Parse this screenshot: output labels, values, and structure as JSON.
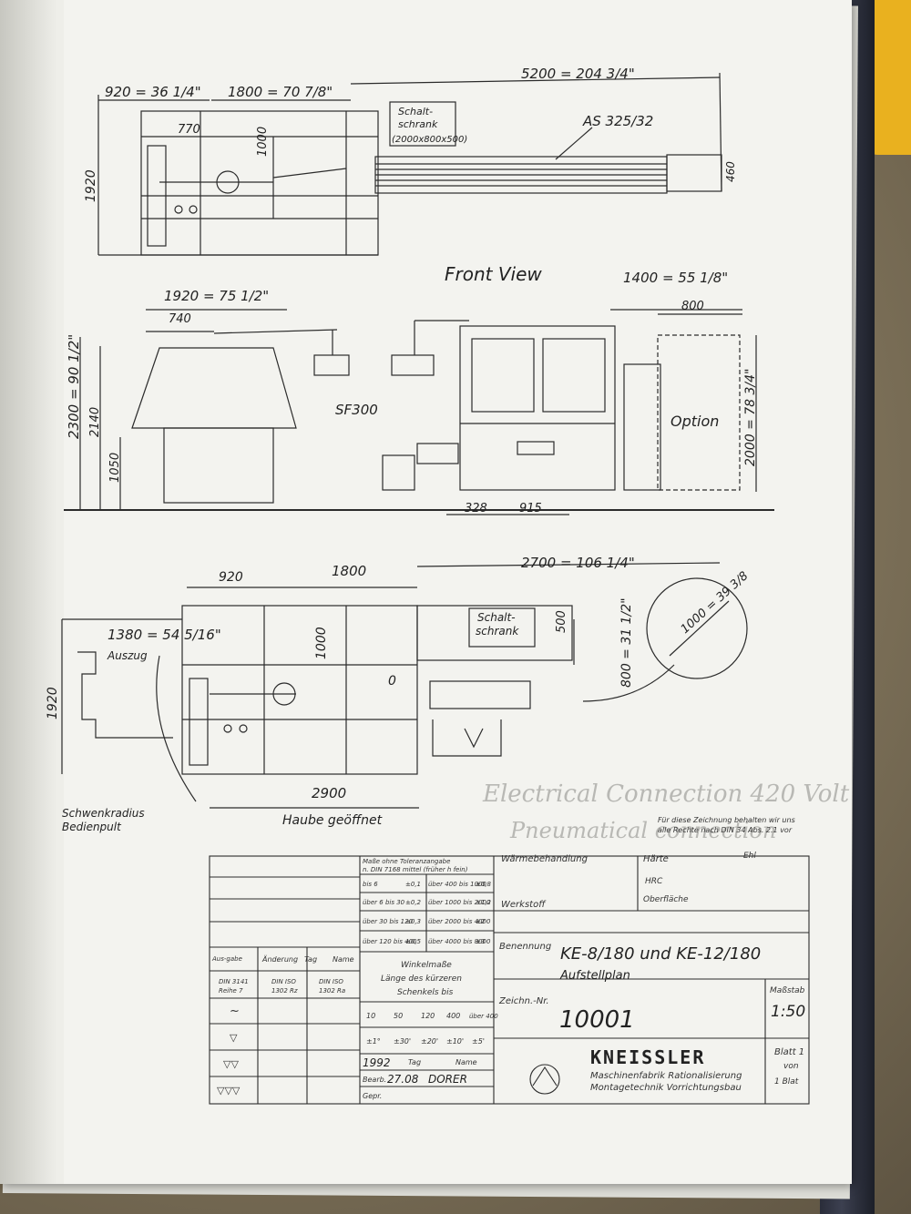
{
  "top_view_1": {
    "dim_left": "920 = 36 1/4\"",
    "dim_mid": "1800 = 70 7/8\"",
    "dim_right": "5200 = 204 3/4\"",
    "dim_770": "770",
    "dim_1000": "1000",
    "dim_1920": "1920",
    "dim_460": "460",
    "schaltschrank": [
      "Schalt-",
      "schrank",
      "(2000x800x500)"
    ],
    "bar_loader": "AS 325/32"
  },
  "front_view": {
    "title": "Front View",
    "dim_width": "1920 = 75 1/2\"",
    "dim_740": "740",
    "dim_height": "2300 = 90 1/2\"",
    "dim_2140": "2140",
    "dim_1050": "1050",
    "sf300": "SF300",
    "dim_right": "1400 = 55 1/8\"",
    "dim_800": "800",
    "option": "Option",
    "dim_2000": "2000 = 78 3/4\"",
    "dim_328": "328",
    "dim_915": "915"
  },
  "top_view_2": {
    "dim_920": "920",
    "dim_1800": "1800",
    "dim_2700": "2700 = 106 1/4\"",
    "dim_1380": "1380 = 54 5/16\"",
    "auszug": "Auszug",
    "dim_1000": "1000",
    "schaltschrank": [
      "Schalt-",
      "schrank"
    ],
    "dim_500": "500",
    "dim_800": "800 = 31 1/2\"",
    "dim_circle": "1000 = 39 3/8",
    "dim_1920": "1920",
    "zero": "0",
    "dim_2900": "2900",
    "schwenkradius": [
      "Schwenkradius",
      "Bedienpult"
    ],
    "haube": "Haube geöffnet"
  },
  "ghost_text": [
    "Electrical Connection 420 Volt",
    "Pneumatical connection"
  ],
  "title_block": {
    "rights": [
      "Für diese Zeichnung behalten wir uns",
      "alle Rechte nach DIN 34 Abs. 2.1 vor"
    ],
    "tolerance_header": [
      "Maße ohne Toleranzangabe",
      "n. DIN 7168 mittel (früher h fein)"
    ],
    "tolerance_rows": [
      [
        "bis 6",
        "±0,1",
        "über 400 bis 1000",
        "±0,8"
      ],
      [
        "über 6 bis 30",
        "±0,2",
        "über 1000 bis 2000",
        "±1,2"
      ],
      [
        "über 30 bis 120",
        "±0,3",
        "über 2000 bis 4000",
        "±2"
      ],
      [
        "über 120 bis 400",
        "±0,5",
        "über 4000 bis 8000",
        "±3"
      ]
    ],
    "winkel_header": [
      "Winkelmaße",
      "Länge des kürzeren",
      "Schenkels bis"
    ],
    "winkel_lengths": [
      "10",
      "50",
      "120",
      "400",
      "über 400"
    ],
    "winkel_values": [
      "±1°",
      "±30'",
      "±20'",
      "±10'",
      "±5'"
    ],
    "change_labels": [
      "Aus-gabe",
      "Änderung",
      "Tag",
      "Name"
    ],
    "din_labels": [
      [
        "DIN 3141",
        "Reihe 7"
      ],
      [
        "DIN ISO",
        "1302 Rz"
      ],
      [
        "DIN ISO",
        "1302 Ra"
      ]
    ],
    "surface_symbols": [
      "~",
      "▽",
      "▽▽",
      "▽▽▽"
    ],
    "waermebehandlung": "Wärmebehandlung",
    "haerte": "Härte",
    "ehl": "Ehl",
    "hrc": "HRC",
    "werkstoff": "Werkstoff",
    "oberflaeche": "Oberfläche",
    "benennung_label": "Benennung",
    "benennung": "KE-8/180 und KE-12/180",
    "aufstellplan": "Aufstellplan",
    "massstab_label": "Maßstab",
    "massstab": "1:50",
    "zeichn_label": "Zeichn.-Nr.",
    "zeichn_nr": "10001",
    "year": "1992",
    "tag_label": "Tag",
    "name_label": "Name",
    "bearb_label": "Bearb.",
    "bearb_date": "27.08",
    "bearb_name": "DORER",
    "gepr_label": "Gepr.",
    "company": "KNEISSLER",
    "company_lines": [
      "Maschinenfabrik Rationalisierung",
      "Montagetechnik Vorrichtungsbau"
    ],
    "blatt": [
      "Blatt 1",
      "von",
      "1 Blat"
    ]
  }
}
